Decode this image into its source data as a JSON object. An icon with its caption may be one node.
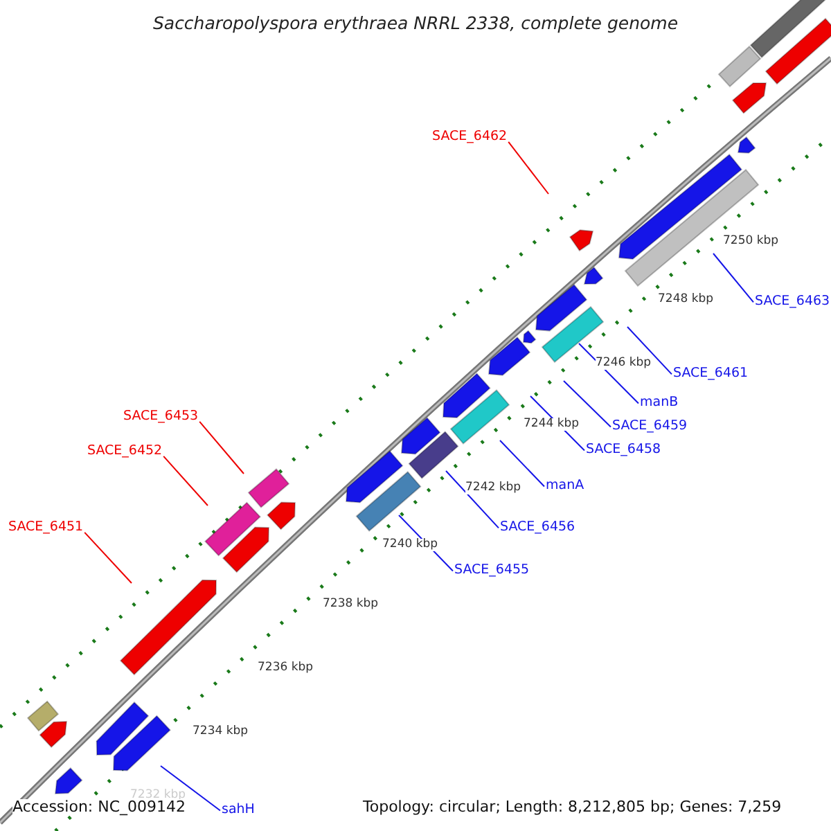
{
  "diagram": {
    "title": "Saccharopolyspora erythraea NRRL 2338, complete genome",
    "nodes": [
      {
        "text": [
          "SACE_6462"
        ]
      },
      {
        "text": [
          "SACE_6463"
        ]
      },
      {
        "text": [
          "SACE_6461"
        ]
      },
      {
        "text": [
          "manB"
        ]
      },
      {
        "text": [
          "SACE_6453"
        ]
      },
      {
        "text": [
          "SACE_6459"
        ]
      },
      {
        "text": [
          "SACE_6458"
        ]
      },
      {
        "text": [
          "SACE_6452"
        ]
      },
      {
        "text": [
          "manA"
        ]
      },
      {
        "text": [
          "SACE_6451"
        ]
      },
      {
        "text": [
          "SACE_6456"
        ]
      },
      {
        "text": [
          "SACE_6455"
        ]
      },
      {
        "text": [
          "sahH"
        ]
      }
    ],
    "edges": [
      {
        "from": 0,
        "to": null,
        "arrow": "none",
        "color": "#ee0000"
      },
      {
        "from": 1,
        "to": null,
        "arrow": "none"
      },
      {
        "from": 2,
        "to": null,
        "arrow": "none"
      },
      {
        "from": 3,
        "to": null,
        "arrow": "none"
      },
      {
        "from": 4,
        "to": null,
        "arrow": "none",
        "color": "#ee0000"
      },
      {
        "from": 5,
        "to": null,
        "arrow": "none"
      },
      {
        "from": 6,
        "to": null,
        "arrow": "none"
      },
      {
        "from": 7,
        "to": null,
        "arrow": "none",
        "color": "#ee0000"
      },
      {
        "from": 8,
        "to": null,
        "arrow": "none"
      },
      {
        "from": 9,
        "to": null,
        "arrow": "none",
        "color": "#ee0000"
      },
      {
        "from": 10,
        "to": null,
        "arrow": "none"
      },
      {
        "from": 11,
        "to": null,
        "arrow": "none"
      },
      {
        "from": 12,
        "to": null,
        "arrow": "none"
      }
    ],
    "labels": [
      "7250 kbp",
      "7248 kbp",
      "7246 kbp",
      "7244 kbp",
      "7242 kbp",
      "7240 kbp",
      "7238 kbp",
      "7236 kbp",
      "7234 kbp",
      "7232 kbp",
      "Accession: NC_009142",
      "Topology: circular; Length: 8,212,805 bp; Genes: 7,259"
    ]
  }
}
